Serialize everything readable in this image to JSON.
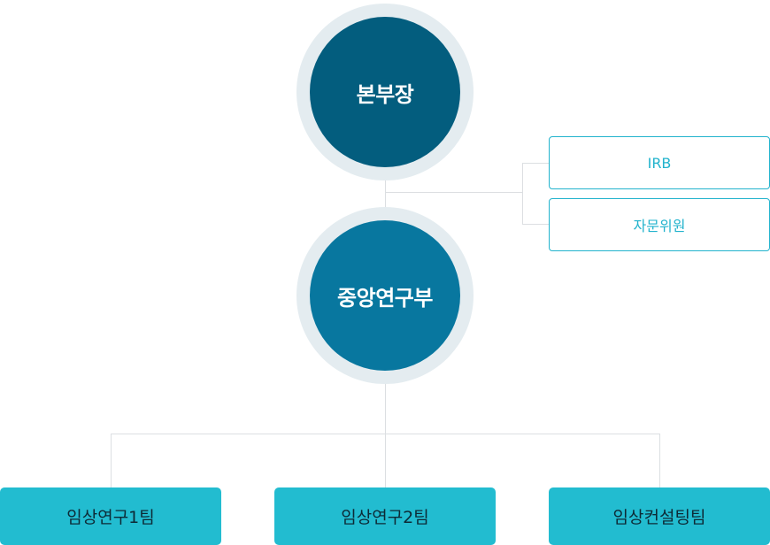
{
  "colors": {
    "head_circle": "#035d7e",
    "dept_circle": "#08779f",
    "circle_ring": "#e4ecf0",
    "side_border": "#22b3cd",
    "team_fill": "#22bcd0",
    "connector": "#dcdfe2"
  },
  "org": {
    "head": {
      "label": "본부장"
    },
    "advisory": [
      {
        "label": "IRB"
      },
      {
        "label": "자문위원"
      }
    ],
    "department": {
      "label": "중앙연구부"
    },
    "teams": [
      {
        "label": "임상연구1팀"
      },
      {
        "label": "임상연구2팀"
      },
      {
        "label": "임상컨설팅팀"
      }
    ]
  }
}
